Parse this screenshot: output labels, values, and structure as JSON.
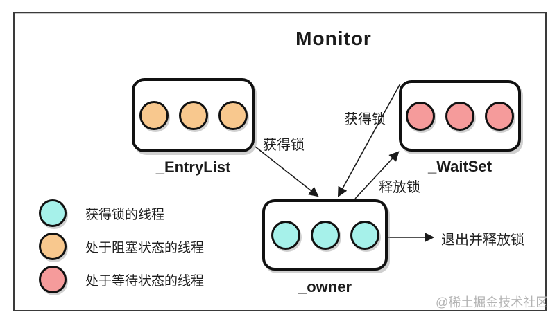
{
  "title": "Monitor",
  "boxes": {
    "entry_list": {
      "label": "_EntryList",
      "thread_count": 3,
      "color": "#f8c88e"
    },
    "wait_set": {
      "label": "_WaitSet",
      "thread_count": 3,
      "color": "#f59b9b"
    },
    "owner": {
      "label": "_owner",
      "thread_count": 3,
      "color": "#a6f1ea"
    }
  },
  "arrows": {
    "entry_to_owner_label": "获得锁",
    "wait_to_owner_label": "获得锁",
    "owner_to_wait_label": "释放锁",
    "owner_exit_label": "退出并释放锁"
  },
  "legend": [
    {
      "color": "#a6f1ea",
      "label": "获得锁的线程"
    },
    {
      "color": "#f8c88e",
      "label": "处于阻塞状态的线程"
    },
    {
      "color": "#f59b9b",
      "label": "处于等待状态的线程"
    }
  ],
  "watermark": "@稀土掘金技术社区",
  "colors": {
    "stroke": "#1a1a1a",
    "acquired": "#a6f1ea",
    "blocked": "#f8c88e",
    "waiting": "#f59b9b"
  }
}
